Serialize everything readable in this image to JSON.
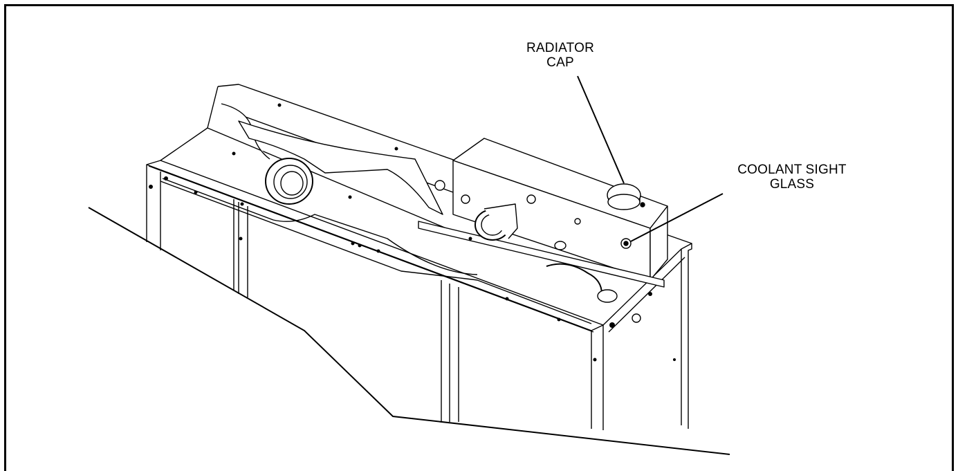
{
  "callouts": {
    "radiator_cap": {
      "line1": "RADIATOR",
      "line2": "CAP"
    },
    "coolant_sight_glass": {
      "line1": "COOLANT SIGHT",
      "line2": "GLASS"
    }
  },
  "colors": {
    "line": "#000000",
    "fill": "#ffffff"
  }
}
